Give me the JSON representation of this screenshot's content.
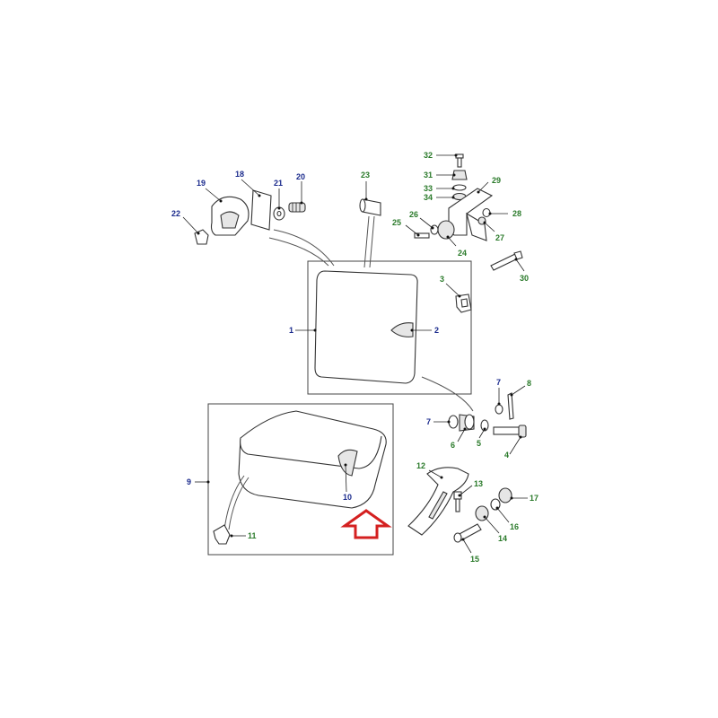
{
  "diagram": {
    "colors": {
      "blue": "#1a2a8c",
      "green": "#2a7a2a",
      "arrow": "#d42020"
    },
    "callouts": [
      {
        "id": "1",
        "color": "blue"
      },
      {
        "id": "2",
        "color": "blue"
      },
      {
        "id": "3",
        "color": "green"
      },
      {
        "id": "4",
        "color": "green"
      },
      {
        "id": "5",
        "color": "green"
      },
      {
        "id": "6",
        "color": "green"
      },
      {
        "id": "7",
        "color": "blue"
      },
      {
        "id": "7b",
        "text": "7",
        "color": "blue"
      },
      {
        "id": "8",
        "color": "green"
      },
      {
        "id": "9",
        "color": "blue"
      },
      {
        "id": "10",
        "color": "blue"
      },
      {
        "id": "11",
        "color": "green"
      },
      {
        "id": "12",
        "color": "green"
      },
      {
        "id": "13",
        "color": "green"
      },
      {
        "id": "14",
        "color": "green"
      },
      {
        "id": "15",
        "color": "green"
      },
      {
        "id": "16",
        "color": "green"
      },
      {
        "id": "17",
        "color": "green"
      },
      {
        "id": "18",
        "color": "blue"
      },
      {
        "id": "19",
        "color": "blue"
      },
      {
        "id": "20",
        "color": "blue"
      },
      {
        "id": "21",
        "color": "blue"
      },
      {
        "id": "22",
        "color": "blue"
      },
      {
        "id": "23",
        "color": "green"
      },
      {
        "id": "24",
        "color": "green"
      },
      {
        "id": "25",
        "color": "green"
      },
      {
        "id": "26",
        "color": "green"
      },
      {
        "id": "27",
        "color": "green"
      },
      {
        "id": "28",
        "color": "green"
      },
      {
        "id": "29",
        "color": "green"
      },
      {
        "id": "30",
        "color": "green"
      },
      {
        "id": "31",
        "color": "green"
      },
      {
        "id": "32",
        "color": "green"
      },
      {
        "id": "33",
        "color": "green"
      },
      {
        "id": "34",
        "color": "green"
      }
    ]
  }
}
